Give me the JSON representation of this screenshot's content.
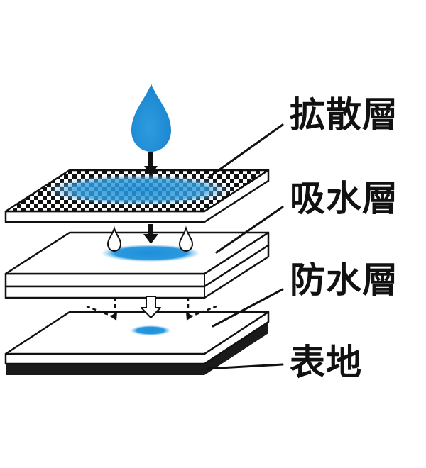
{
  "layers": [
    {
      "label": "拡散層"
    },
    {
      "label": "吸水層"
    },
    {
      "label": "防水層"
    },
    {
      "label": "表地"
    }
  ],
  "colors": {
    "water": "#1e8fd8",
    "water_light": "#9ed2f2",
    "ink": "#111111",
    "background": "#ffffff"
  }
}
